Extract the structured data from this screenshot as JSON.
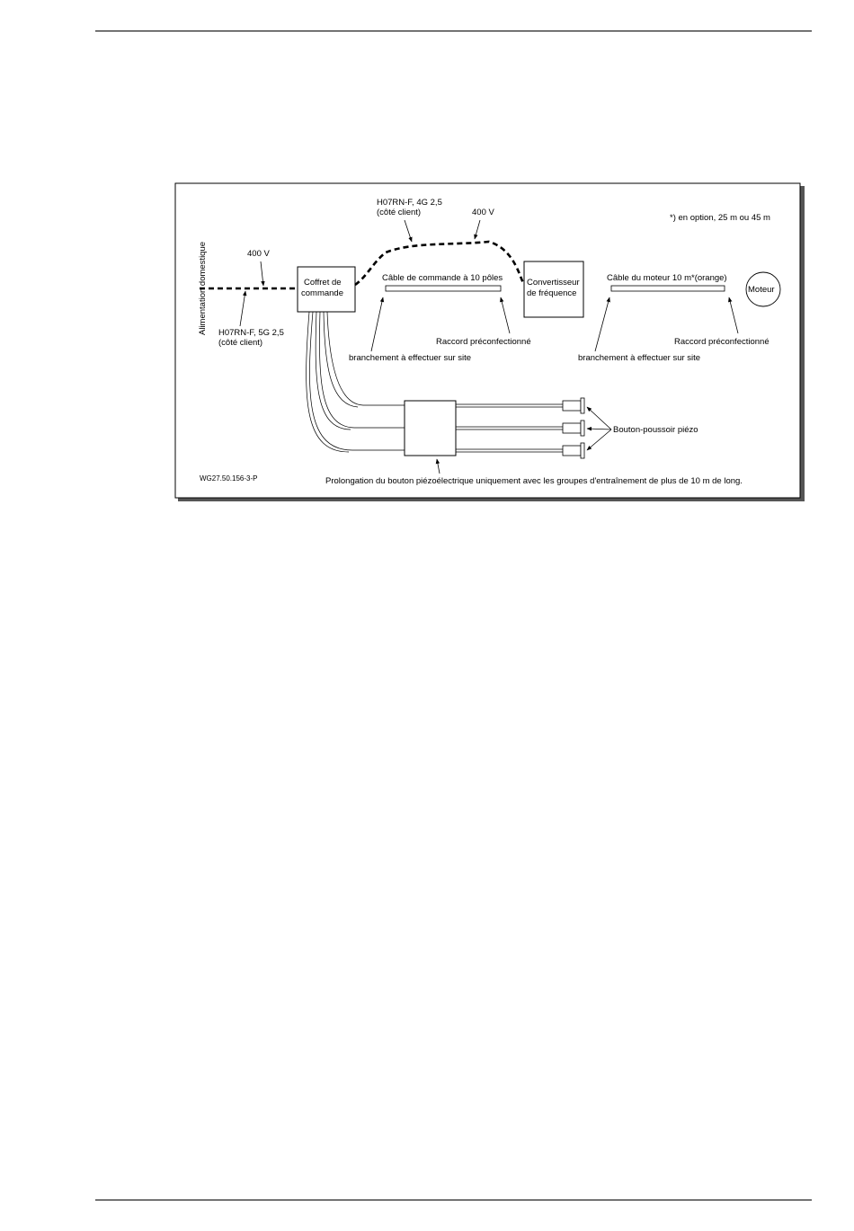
{
  "diagram": {
    "labels": {
      "supply_vertical": "Alimentation domestique",
      "voltage_supply": "400 V",
      "supply_cable_line1": "H07RN-F, 5G 2,5",
      "supply_cable_line2": "(côté client)",
      "control_box_line1": "Coffret de",
      "control_box_line2": "commande",
      "upper_cable_line1": "H07RN-F, 4G 2,5",
      "upper_cable_line2": "(côté client)",
      "voltage_upper": "400 V",
      "option_note": "*) en option, 25 m ou 45 m",
      "control_cable": "Câble de commande à 10 pôles",
      "converter_line1": "Convertisseur",
      "converter_line2": "de fréquence",
      "motor_cable": "Câble du moteur 10 m*(orange)",
      "motor": "Moteur",
      "site_connection_left": "branchement à effectuer sur site",
      "preassembled_left": "Raccord préconfectionné",
      "site_connection_right": "branchement à effectuer sur site",
      "preassembled_right": "Raccord préconfectionné",
      "piezo_button": "Bouton-poussoir piézo",
      "figure_id": "WG27.50.156-3-P",
      "extension_note": "Prolongation du bouton piézoélectrique uniquement avec les groupes d'entraînement de plus de 10 m de long."
    }
  }
}
